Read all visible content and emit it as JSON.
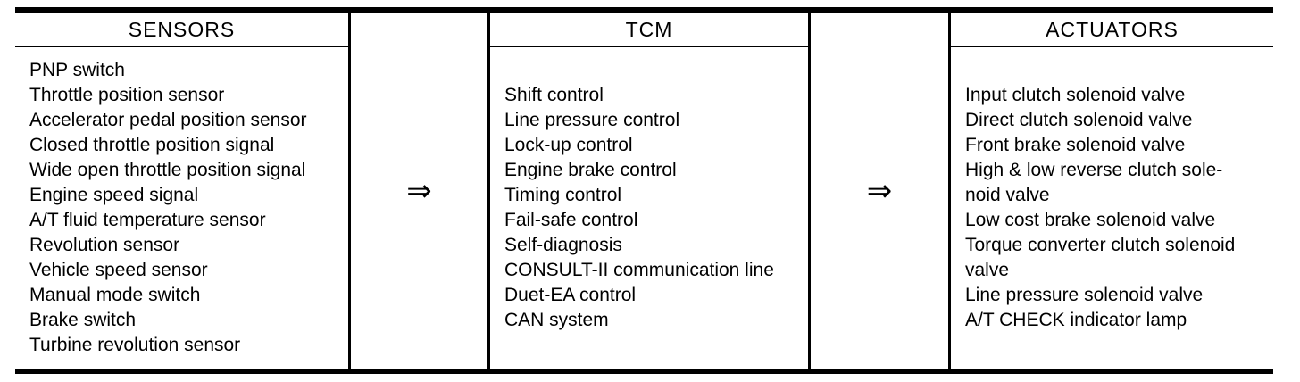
{
  "diagram": {
    "arrow_glyph": "⇒",
    "colors": {
      "ink": "#000000",
      "paper": "#ffffff"
    },
    "columns": [
      {
        "header": "SENSORS",
        "items": [
          "PNP switch",
          "Throttle position sensor",
          "Accelerator pedal position sensor",
          "Closed throttle position signal",
          "Wide open throttle position signal",
          "Engine speed signal",
          "A/T fluid temperature sensor",
          "Revolution sensor",
          "Vehicle speed sensor",
          "Manual mode switch",
          "Brake switch",
          "Turbine revolution sensor"
        ]
      },
      {
        "header": "TCM",
        "items": [
          "Shift control",
          "Line pressure control",
          "Lock-up control",
          "Engine brake control",
          "Timing control",
          "Fail-safe control",
          "Self-diagnosis",
          "CONSULT-II communication line",
          "Duet-EA control",
          "CAN system"
        ]
      },
      {
        "header": "ACTUATORS",
        "items": [
          "Input clutch solenoid valve",
          "Direct clutch solenoid valve",
          "Front brake solenoid valve",
          "High & low reverse clutch sole-\nnoid valve",
          "Low cost brake solenoid valve",
          "Torque converter clutch solenoid\nvalve",
          "Line pressure solenoid valve",
          "A/T CHECK indicator lamp"
        ]
      }
    ]
  }
}
